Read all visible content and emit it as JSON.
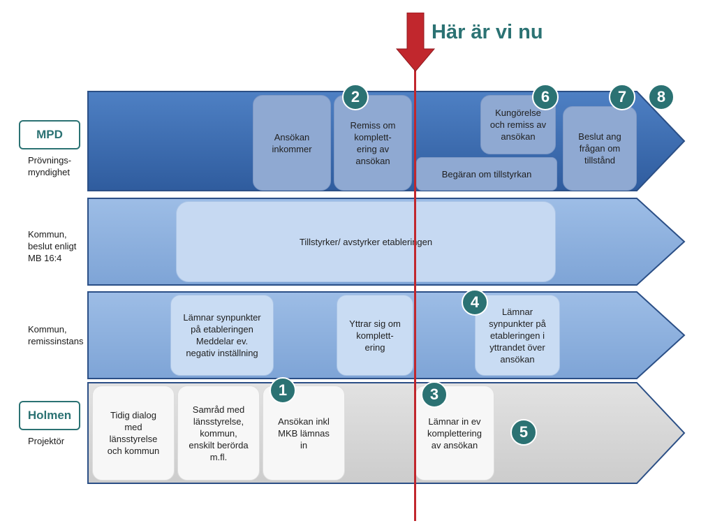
{
  "header": {
    "now_label": "Här är vi nu"
  },
  "lanes": {
    "mpd": {
      "tag": "MPD",
      "label": "Prövnings-\nmyndighet"
    },
    "kommun_beslut": {
      "label": "Kommun,\nbeslut enligt\nMB 16:4"
    },
    "kommun_remiss": {
      "label": "Kommun,\nremissinstans"
    },
    "holmen": {
      "tag": "Holmen",
      "label": "Projektör"
    }
  },
  "boxes": {
    "ansokan_inkommer": "Ansökan\ninkommer",
    "remiss_komplettering": "Remiss om\nkomplett-\nering av\nansökan",
    "kungorelse": "Kungörelse\noch remiss av\nansökan",
    "begaran": "Begäran om tillstyrkan",
    "beslut": "Beslut ang\nfrågan om\ntillstånd",
    "tillstyrker": "Tillstyrker/ avstyrker etableringen",
    "lamnar_synpunkter_1": "Lämnar synpunkter\npå etableringen\nMeddelar ev.\nnegativ inställning",
    "yttrar_sig": "Yttrar sig om\nkomplett-\nering",
    "lamnar_synpunkter_2": "Lämnar\nsynpunkter på\netableringen i\nyttrandet över\nansökan",
    "tidig_dialog": "Tidig dialog\nmed\nlänsstyrelse\noch kommun",
    "samrad": "Samråd med\nlänsstyrelse,\nkommun,\nenskilt berörda\nm.fl.",
    "ansokan_mkb": "Ansökan inkl\nMKB lämnas\nin",
    "lamnar_komplettering": "Lämnar in  ev\nkomplettering\nav ansökan"
  },
  "badges": {
    "b1": "1",
    "b2": "2",
    "b3": "3",
    "b4": "4",
    "b5": "5",
    "b6": "6",
    "b7": "7",
    "b8": "8"
  },
  "colors": {
    "accent_teal": "#2b7273",
    "marker_red": "#c1272d",
    "mpd_lane": "#3f6fb5",
    "kommun_lane": "#8fb2e0",
    "holmen_lane": "#d8d8d8"
  }
}
